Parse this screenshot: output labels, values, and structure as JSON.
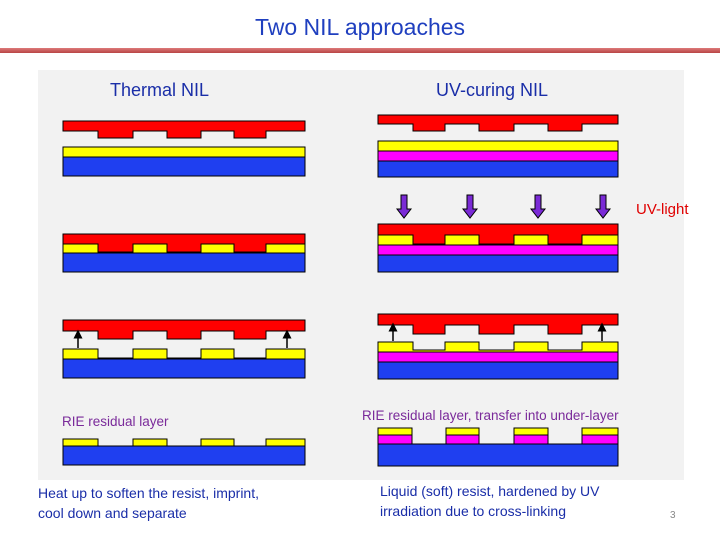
{
  "slide": {
    "title": "Two NIL approaches",
    "page_number": "3"
  },
  "thermal": {
    "heading": "Thermal NIL",
    "rie_label": "RIE residual layer",
    "description_line1": "Heat up to soften the resist, imprint,",
    "description_line2": "cool down and separate"
  },
  "uv": {
    "heading": "UV-curing NIL",
    "uv_label": "UV-light",
    "rie_label": "RIE residual layer, transfer into under-layer",
    "description_line1": "Liquid (soft) resist, hardened by UV",
    "description_line2": "irradiation due to cross-linking"
  },
  "colors": {
    "mold": "#ff0000",
    "resist": "#ffff00",
    "underlayer": "#ff00ff",
    "substrate": "#1f3ff0",
    "uv_arrow": "#7a2ad6",
    "title": "#1f3fbf"
  }
}
